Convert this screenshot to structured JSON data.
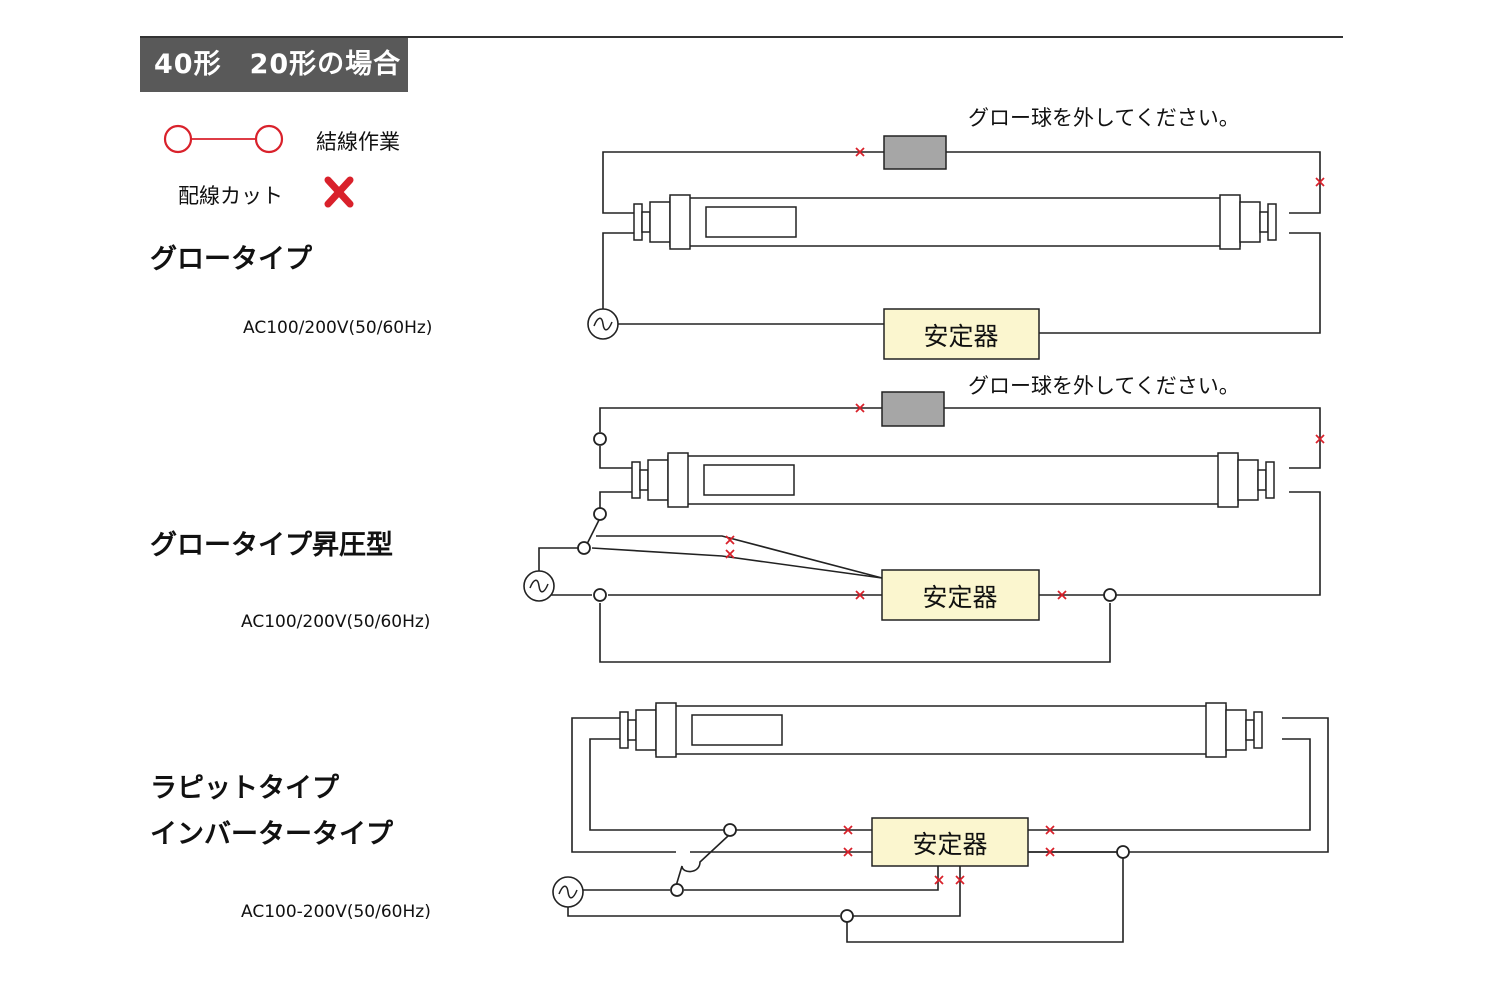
{
  "header": {
    "title": "40形　20形の場合"
  },
  "legend": {
    "join_label": "結線作業",
    "cut_label": "配線カット"
  },
  "sections": [
    {
      "title": "グロータイプ",
      "voltage": "AC100/200V(50/60Hz)",
      "note": "グロー球を外してください。",
      "ballast": "安定器"
    },
    {
      "title": "グロータイプ昇圧型",
      "voltage": "AC100/200V(50/60Hz)",
      "note": "グロー球を外してください。",
      "ballast": "安定器"
    },
    {
      "title_line1": "ラピットタイプ",
      "title_line2": "インバータータイプ",
      "voltage": "AC100-200V(50/60Hz)",
      "ballast": "安定器"
    }
  ],
  "colors": {
    "wire": "#222222",
    "cut": "#d9212b",
    "ballast_fill": "#fbf6cf",
    "starter_fill": "#a6a6a6",
    "header_bg": "#595959"
  }
}
